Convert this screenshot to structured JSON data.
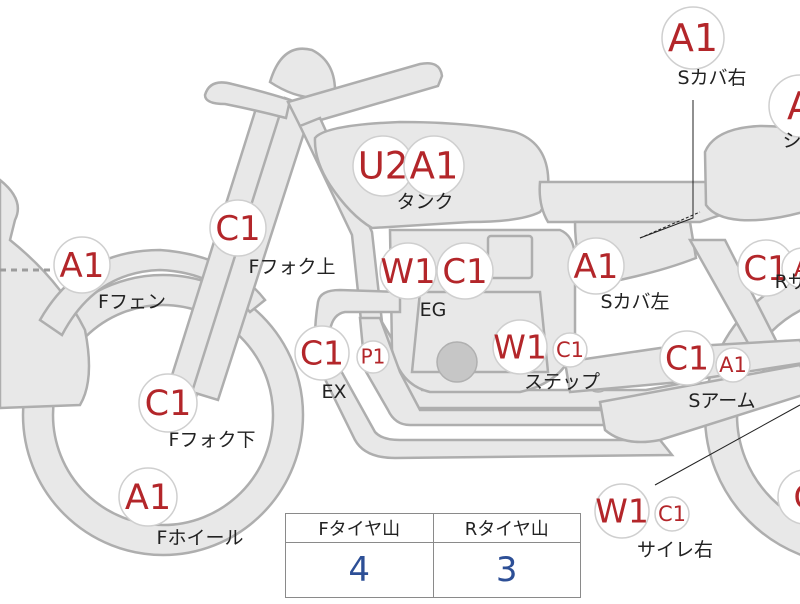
{
  "parts": [
    {
      "id": "s-cover-right",
      "label": "Sカバ右",
      "codes": [
        "A1"
      ]
    },
    {
      "id": "seat",
      "label": "シ",
      "codes": [
        "A"
      ]
    },
    {
      "id": "tank",
      "label": "タンク",
      "codes": [
        "U2",
        "A1"
      ]
    },
    {
      "id": "f-fork-upper",
      "label": "Fフォク上",
      "codes": [
        "C1"
      ]
    },
    {
      "id": "f-fender",
      "label": "Fフェン",
      "codes": [
        "A1"
      ]
    },
    {
      "id": "engine",
      "label": "EG",
      "codes": [
        "W1",
        "C1"
      ]
    },
    {
      "id": "s-cover-left",
      "label": "Sカバ左",
      "codes": [
        "A1"
      ]
    },
    {
      "id": "r-suspension",
      "label": "Rサス",
      "codes": [
        "C1",
        "A"
      ]
    },
    {
      "id": "exhaust",
      "label": "EX",
      "codes": [
        "C1",
        "P1"
      ]
    },
    {
      "id": "step",
      "label": "ステップ",
      "codes": [
        "W1",
        "C1"
      ]
    },
    {
      "id": "swing-arm",
      "label": "Sアーム",
      "codes": [
        "C1",
        "A1"
      ]
    },
    {
      "id": "f-fork-lower",
      "label": "Fフォク下",
      "codes": [
        "C1"
      ]
    },
    {
      "id": "f-wheel",
      "label": "Fホイール",
      "codes": [
        "A1"
      ]
    },
    {
      "id": "silencer-right",
      "label": "サイレ右",
      "codes": [
        "W1",
        "C1"
      ]
    },
    {
      "id": "r-wheel",
      "label": "",
      "codes": [
        "C"
      ]
    }
  ],
  "tire_table": {
    "headers": [
      "Fタイヤ山",
      "Rタイヤ山"
    ],
    "values": [
      "4",
      "3"
    ]
  },
  "colors": {
    "code_red": "#b3262a",
    "value_blue": "#2d4f96",
    "bike_fill": "#e8e8e8",
    "bike_outline": "#aeaeae"
  }
}
